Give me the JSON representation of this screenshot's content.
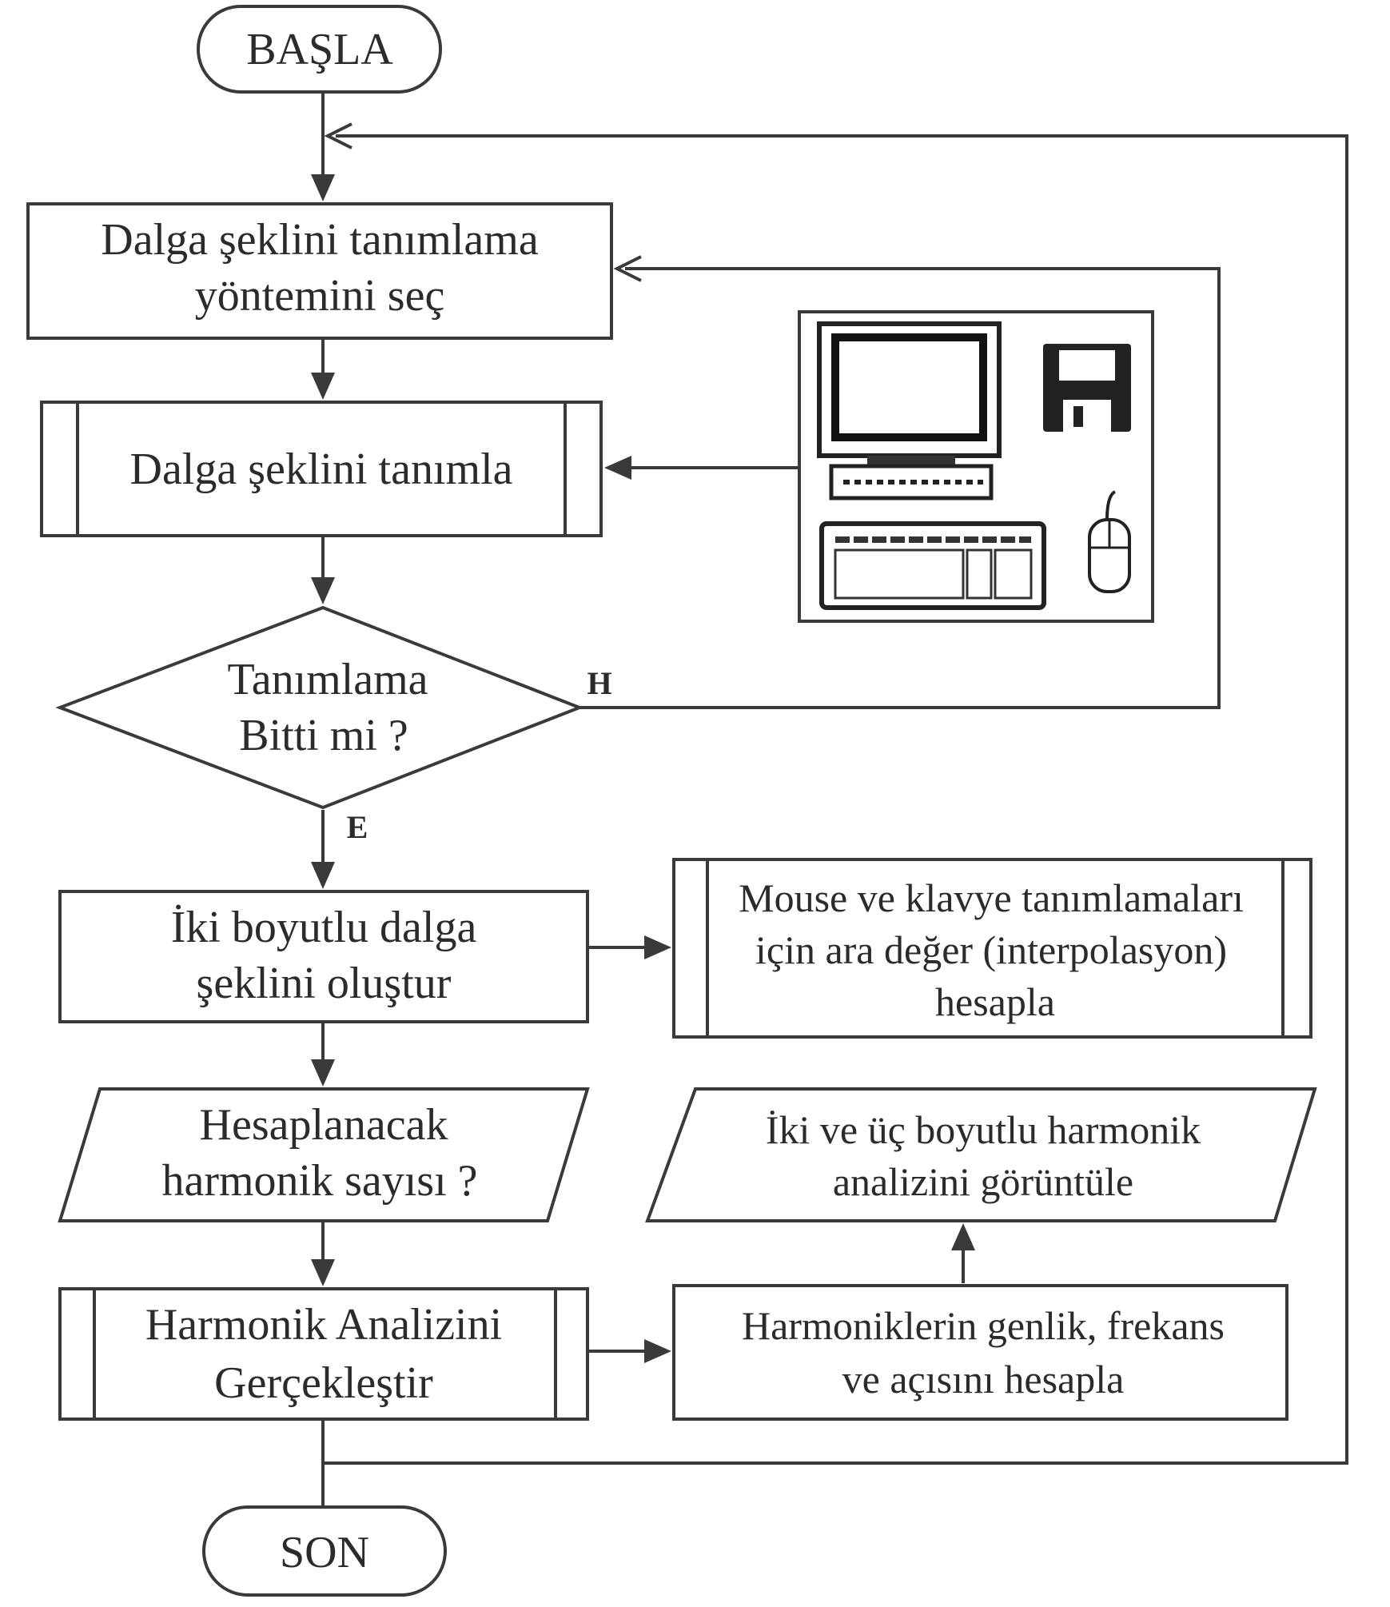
{
  "flowchart": {
    "start": "BAŞLA",
    "end": "SON",
    "select_method": [
      "Dalga şeklini tanımlama",
      "yöntemini seç"
    ],
    "define_waveform": "Dalga şeklini tanımla",
    "decision": [
      "Tanımlama",
      "Bitti mi ?"
    ],
    "decision_no": "H",
    "decision_yes": "E",
    "create_2d": [
      "İki boyutlu dalga",
      "şeklini oluştur"
    ],
    "interpolation": [
      "Mouse ve klavye tanımlamaları",
      "için ara değer (interpolasyon)",
      "hesapla"
    ],
    "harmonic_count": [
      "Hesaplanacak",
      "harmonik sayısı ?"
    ],
    "display_analysis": [
      "İki ve üç boyutlu harmonik",
      "analizini görüntüle"
    ],
    "perform_analysis": [
      "Harmonik Analizini",
      "Gerçekleştir"
    ],
    "calc_amplitude": [
      "Harmoniklerin genlik,  frekans",
      "ve açısını hesapla"
    ]
  },
  "icons": [
    "computer-icon",
    "floppy-disk-icon",
    "keyboard-icon",
    "mouse-icon"
  ]
}
